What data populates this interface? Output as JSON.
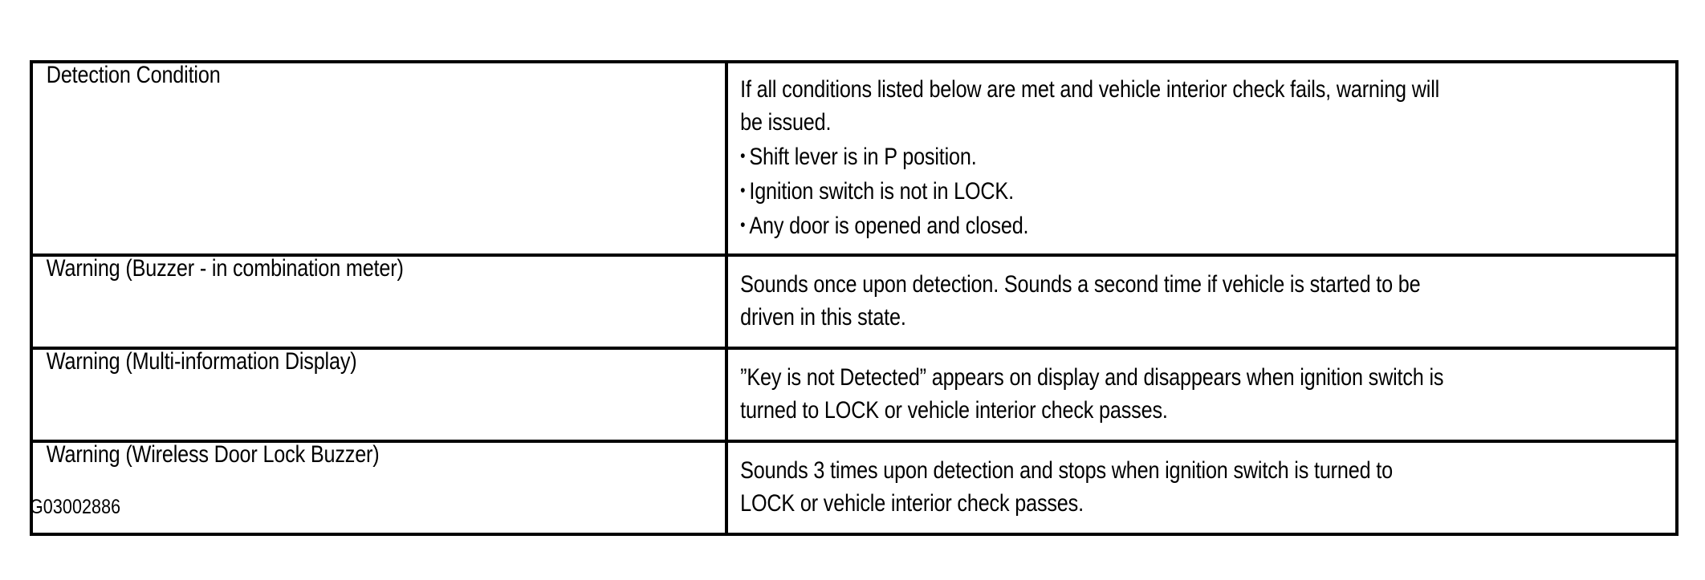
{
  "document": {
    "figure_caption": "G03002886"
  },
  "table": {
    "rows": [
      {
        "label": "Detection Condition",
        "lines": [
          {
            "text": "If all conditions listed below are met and vehicle interior check fails, warning will",
            "bullet": false
          },
          {
            "text": "be issued.",
            "bullet": false
          },
          {
            "text": "Shift lever is in P position.",
            "bullet": true
          },
          {
            "text": "Ignition switch is not in LOCK.",
            "bullet": true
          },
          {
            "text": "Any door is opened and closed.",
            "bullet": true
          }
        ]
      },
      {
        "label": "Warning (Buzzer - in combination meter)",
        "lines": [
          {
            "text": "Sounds once upon detection. Sounds a second time if vehicle is started to be",
            "bullet": false
          },
          {
            "text": "driven in this state.",
            "bullet": false
          }
        ]
      },
      {
        "label": "Warning (Multi-information Display)",
        "lines": [
          {
            "text": "”Key is not Detected” appears on display and disappears when ignition switch is",
            "bullet": false
          },
          {
            "text": "turned to LOCK or vehicle interior check passes.",
            "bullet": false
          }
        ]
      },
      {
        "label": "Warning (Wireless Door Lock Buzzer)",
        "lines": [
          {
            "text": "Sounds 3 times upon detection and stops when ignition switch is turned to",
            "bullet": false
          },
          {
            "text": "LOCK or vehicle interior check passes.",
            "bullet": false
          }
        ]
      }
    ]
  },
  "colors": {
    "ink": "#000000",
    "paper": "#ffffff"
  }
}
